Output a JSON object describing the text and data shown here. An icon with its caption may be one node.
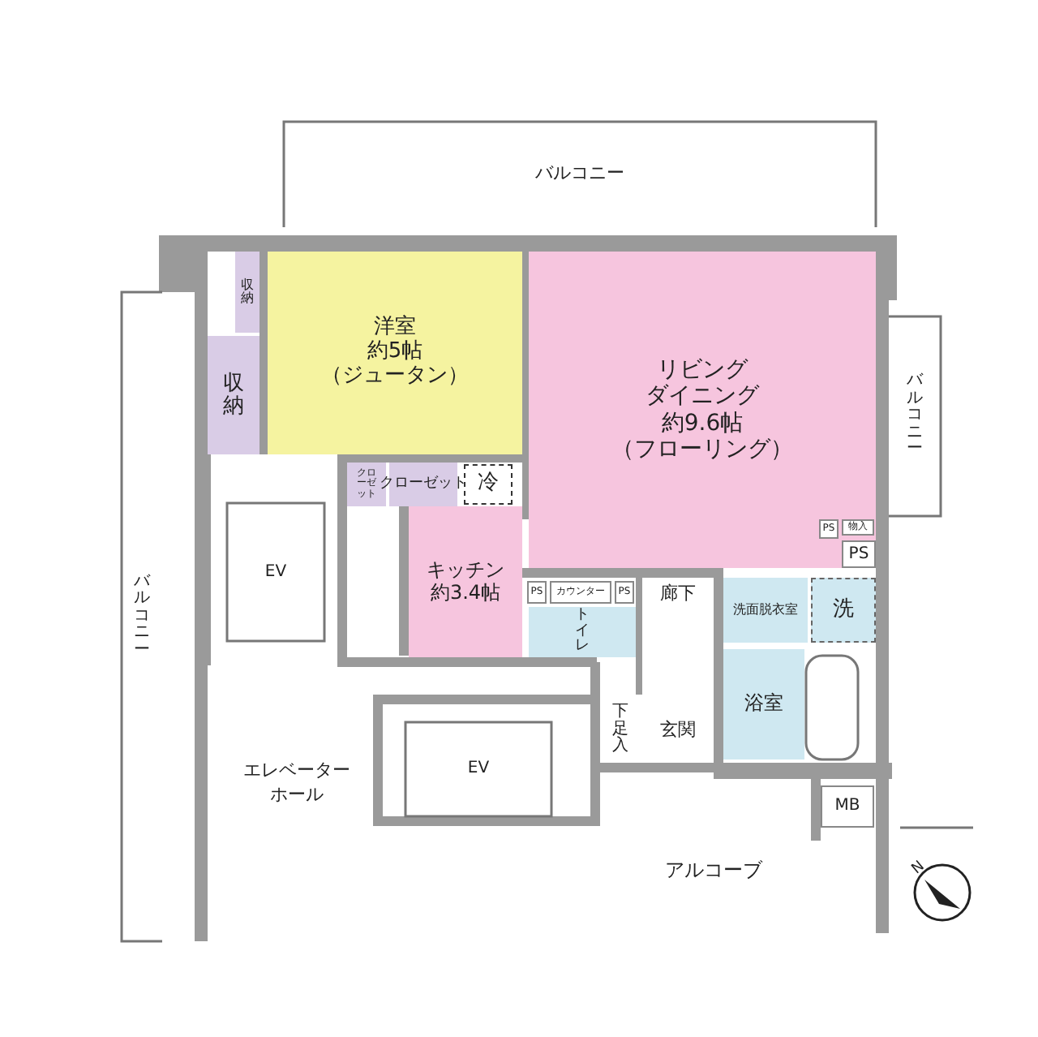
{
  "diagram": {
    "nodes": [
      {
        "text": [
          "バルコニー"
        ]
      },
      {
        "text": [
          "収納"
        ]
      },
      {
        "text": [
          "洋室",
          "約5帖",
          "（ジュータン）"
        ]
      },
      {
        "text": [
          "リビング",
          "ダイニング",
          "約9.6帖",
          "（フローリング）"
        ]
      },
      {
        "text": [
          "収納"
        ]
      },
      {
        "text": [
          "バルコニー"
        ]
      },
      {
        "text": [
          "バルコニー"
        ]
      },
      {
        "text": [
          "クローゼット"
        ]
      },
      {
        "text": [
          "クローゼット"
        ]
      },
      {
        "text": [
          "冷"
        ]
      },
      {
        "text": [
          "EV"
        ]
      },
      {
        "text": [
          "キッチン",
          "約3.4帖"
        ]
      },
      {
        "text": [
          "PS"
        ]
      },
      {
        "text": [
          "カウンター"
        ]
      },
      {
        "text": [
          "PS"
        ]
      },
      {
        "text": [
          "廊下"
        ]
      },
      {
        "text": [
          "PS"
        ],
        "in": 3
      },
      {
        "text": [
          "物入"
        ],
        "in": 3
      },
      {
        "text": [
          "PS"
        ],
        "in": 3
      },
      {
        "text": [
          "洗面脱衣室"
        ]
      },
      {
        "text": [
          "洗"
        ]
      },
      {
        "text": [
          "トイレ"
        ]
      },
      {
        "text": [
          "浴室"
        ]
      },
      {
        "text": [
          "下足入"
        ]
      },
      {
        "text": [
          "玄関"
        ]
      },
      {
        "text": [
          "EV"
        ]
      },
      {
        "text": [
          "MB"
        ]
      }
    ],
    "labels": [
      "エレベーターホール",
      "アルコーブ",
      "N"
    ]
  }
}
